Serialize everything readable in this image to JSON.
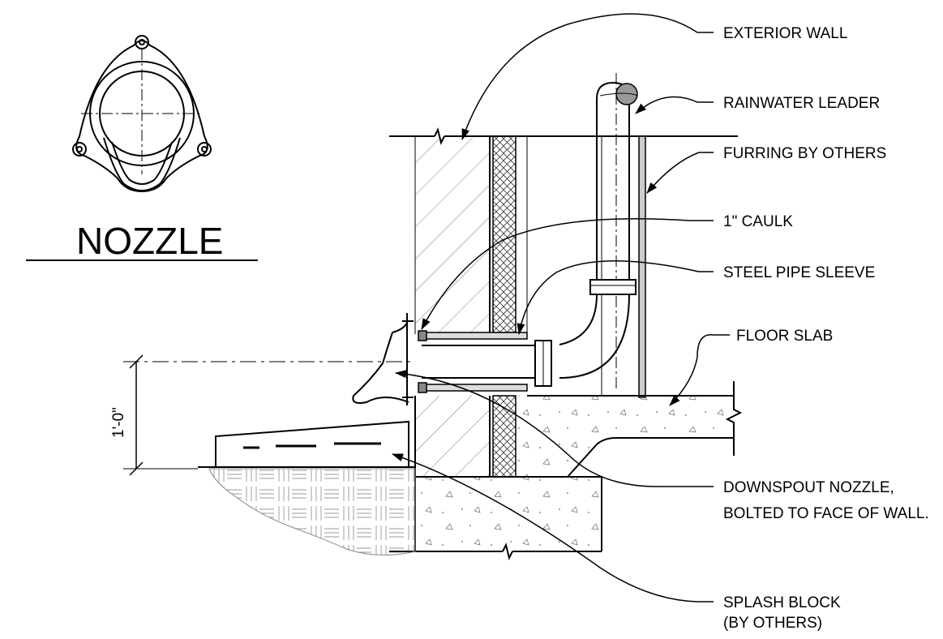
{
  "title": "NOZZLE",
  "labels": {
    "exterior_wall": "EXTERIOR WALL",
    "rainwater_leader": "RAINWATER LEADER",
    "furring": "FURRING BY OTHERS",
    "caulk": "1\" CAULK",
    "sleeve": "STEEL PIPE SLEEVE",
    "floor_slab": "FLOOR SLAB",
    "downspout_line1": "DOWNSPOUT NOZZLE,",
    "downspout_line2": "BOLTED TO FACE OF WALL.",
    "splash_line1": "SPLASH BLOCK",
    "splash_line2": "(BY OTHERS)"
  },
  "dimension": "1'-0\""
}
